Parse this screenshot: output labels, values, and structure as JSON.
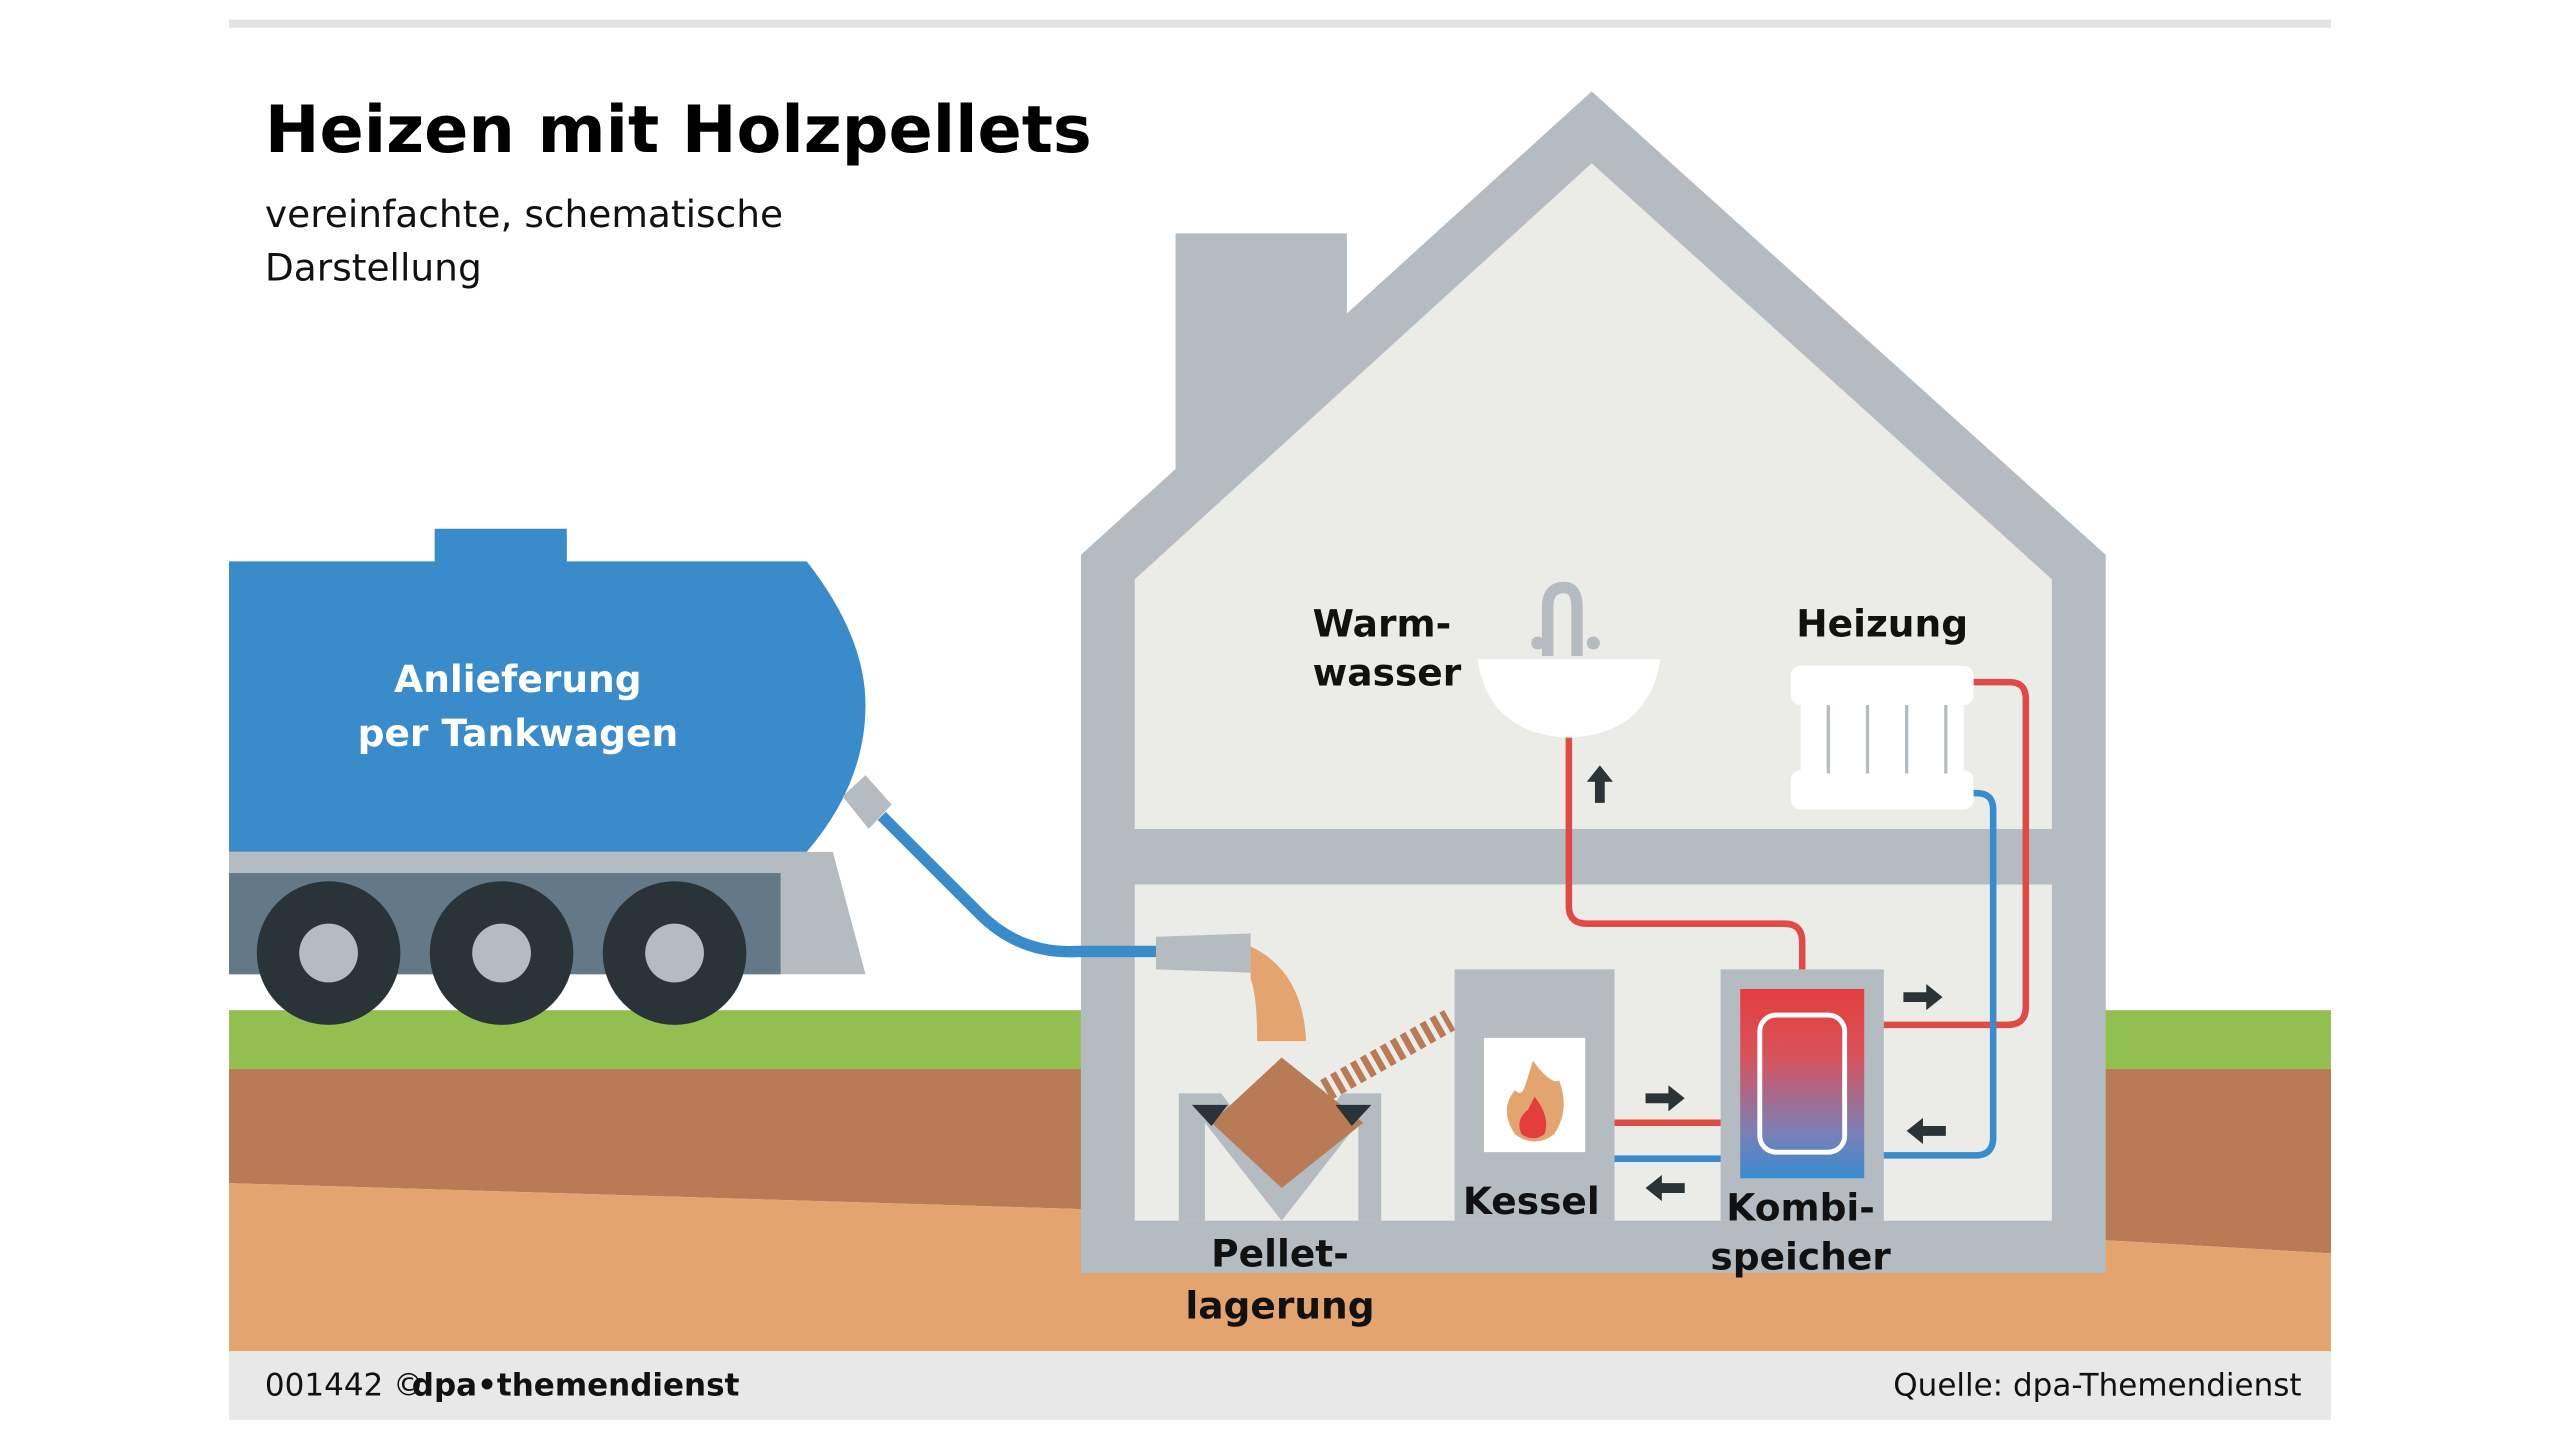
{
  "header": {
    "title": "Heizen mit Holzpellets",
    "subtitle_line1": "vereinfachte, schematische",
    "subtitle_line2": "Darstellung"
  },
  "labels": {
    "truck_line1": "Anlieferung",
    "truck_line2": "per Tankwagen",
    "warmwasser_line1": "Warm-",
    "warmwasser_line2": "wasser",
    "heizung": "Heizung",
    "kessel": "Kessel",
    "pellet_line1": "Pellet-",
    "pellet_line2": "lagerung",
    "kombi_line1": "Kombi-",
    "kombi_line2": "speicher"
  },
  "footer": {
    "id": "001442 ©",
    "brand": "dpa•themendienst",
    "source": "Quelle: dpa-Themendienst"
  },
  "colors": {
    "tank_blue": "#3a8bca",
    "house_gray": "#b4bcc2",
    "interior": "#ebebe8",
    "grass": "#92c050",
    "soil_dark": "#b87b55",
    "soil_light": "#e3a470",
    "hot_pipe": "#e04a45",
    "cold_pipe": "#3a8bca"
  }
}
